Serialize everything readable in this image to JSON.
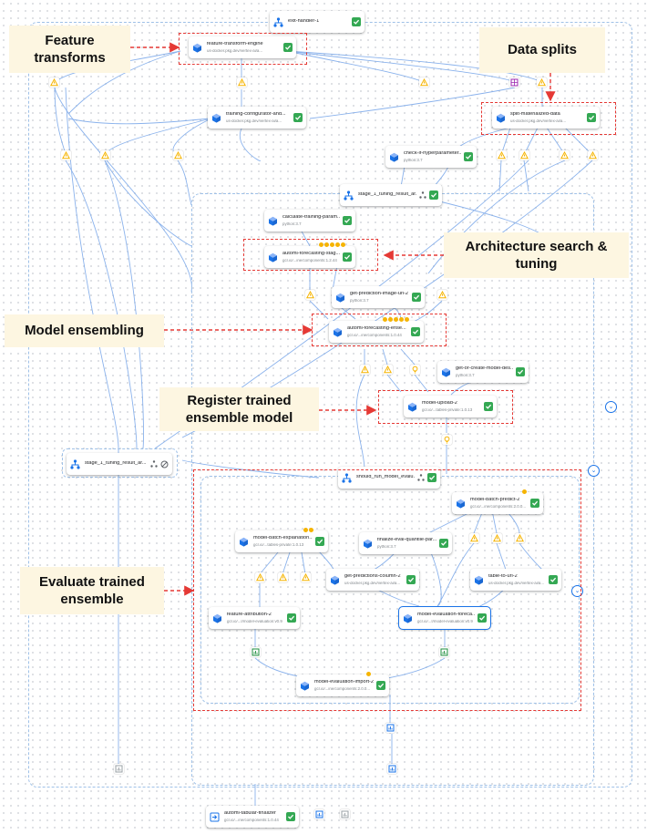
{
  "nodes": {
    "exit_handler": {
      "title": "exit-handler-1"
    },
    "feature_transform": {
      "title": "feature-transform-engine",
      "subtitle": "us-docker.pkg.dev/vertex-ai/a..."
    },
    "training_configurator": {
      "title": "training-configurator-and...",
      "subtitle": "us-docker.pkg.dev/vertex-ai/a..."
    },
    "split_materialized": {
      "title": "split-materialized-data",
      "subtitle": "us-docker.pkg.dev/vertex-ai/a..."
    },
    "check_hyperparameter": {
      "title": "check-if-hyperparameter...",
      "subtitle": "python:3.7"
    },
    "stage1_top": {
      "title": "stage_1_tuning_result_ar..."
    },
    "calculate_training": {
      "title": "calculate-training-param...",
      "subtitle": "python:3.7"
    },
    "automl_stage": {
      "title": "automl-forecasting-stag...",
      "subtitle": "gcr.io/...ine/components:1.2.44"
    },
    "get_prediction_image": {
      "title": "get-prediction-image-uri-2",
      "subtitle": "python:3.7"
    },
    "automl_ensemble": {
      "title": "automl-forecasting-ense...",
      "subtitle": "gcr.io/...ine/components:1.0.44"
    },
    "get_or_create_model": {
      "title": "get-or-create-model-des...",
      "subtitle": "python:3.7"
    },
    "model_upload": {
      "title": "model-upload-2",
      "subtitle": "gcr.io/...tables-private:1.0.13"
    },
    "stage1_left": {
      "title": "stage_1_tuning_result_ar..."
    },
    "should_run": {
      "title": "should_run_model_evalu..."
    },
    "model_batch_predict": {
      "title": "model-batch-predict-2",
      "subtitle": "gcr.io/...ine/components:2.0.0..."
    },
    "model_batch_explanation": {
      "title": "model-batch-explanation...",
      "subtitle": "gcr.io/...tables-private:1.0.13"
    },
    "finalize_eval": {
      "title": "finalize-eval-quantile-par...",
      "subtitle": "python:3.7"
    },
    "get_predictions_column": {
      "title": "get-predictions-column-2",
      "subtitle": "us-docker.pkg.dev/vertex-ai/a..."
    },
    "table_to_uri": {
      "title": "table-to-uri-2",
      "subtitle": "us-docker.pkg.dev/vertex-ai/a..."
    },
    "feature_attribution": {
      "title": "feature-attribution-2",
      "subtitle": "gcr.io/...I/model-evaluation:v0.9"
    },
    "model_evaluation_forecast": {
      "title": "model-evaluation-foreca...",
      "subtitle": "gcr.io/...I/model-evaluation:v0.9"
    },
    "model_evaluation_import": {
      "title": "model-evaluation-import-2",
      "subtitle": "gcr.io/...ine/components:2.0.0..."
    },
    "automl_tabular_finalizer": {
      "title": "automl-tabular-finalizer",
      "subtitle": "gcr.io/...ine/components:1.0.44"
    }
  },
  "callouts": {
    "feature_transforms": "Feature transforms",
    "data_splits": "Data splits",
    "architecture_search": "Architecture search & tuning",
    "model_ensembling": "Model ensembling",
    "register_model": "Register trained ensemble model",
    "evaluate_ensemble": "Evaluate trained ensemble"
  },
  "icons": {
    "component": "cube-icon",
    "dag": "pipeline-branch-icon",
    "status": "check-icon",
    "artifact_dataset": "warning-triangle-icon",
    "artifact_model": "lightbulb-icon",
    "artifact_metrics": "metrics-icon",
    "artifact_split": "split-icon",
    "collapse": "chevron-icon"
  },
  "colors": {
    "highlight": "#e53935",
    "callout_bg": "#fdf6e1",
    "edge": "#7eaaea",
    "frame": "#9fc1e8",
    "success": "#34a853",
    "component": "#1a73e8",
    "artifact_warning": "#f6b400",
    "artifact_metrics": "#1e8e3e",
    "artifact_split": "#9c27b0"
  }
}
